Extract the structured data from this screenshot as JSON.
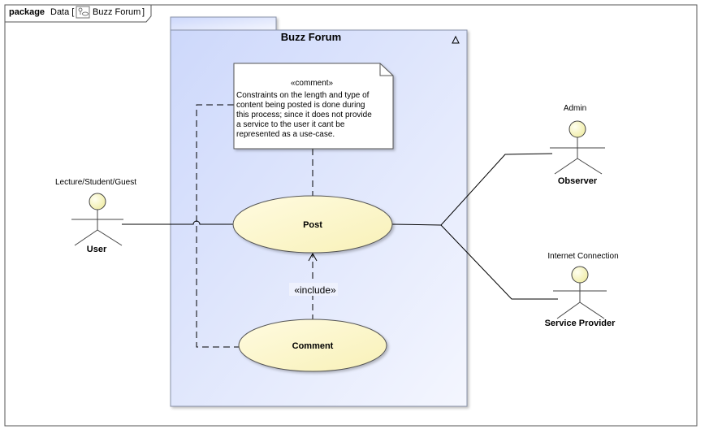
{
  "frame": {
    "keyword": "package",
    "name_prefix": "Data [",
    "diagram_name": "Buzz Forum",
    "name_suffix": "]",
    "diagram_icon": "use-case-diagram-icon"
  },
  "package": {
    "name": "Buzz Forum",
    "collapse_icon": "triangle-icon",
    "gradient_colors": [
      "#cdd8fb",
      "#f4f6fe"
    ]
  },
  "comment": {
    "stereotype": "«comment»",
    "lines": [
      "Constraints on the length and type of",
      "content being posted is done during",
      "this process; since it does not provide",
      "a service to the user it cant be",
      "represented as a use-case."
    ]
  },
  "use_cases": {
    "post": "Post",
    "comment": "Comment",
    "fill_colors": [
      "#fffbe0",
      "#f8f1b8"
    ]
  },
  "include_label": "«include»",
  "actors": {
    "user": {
      "stereotype": "Lecture/Student/Guest",
      "name": "User"
    },
    "observer": {
      "stereotype": "Admin",
      "name": "Observer"
    },
    "service": {
      "stereotype": "Internet Connection",
      "name": "Service Provider"
    },
    "head_colors": [
      "#fffff0",
      "#f0eda8"
    ]
  }
}
